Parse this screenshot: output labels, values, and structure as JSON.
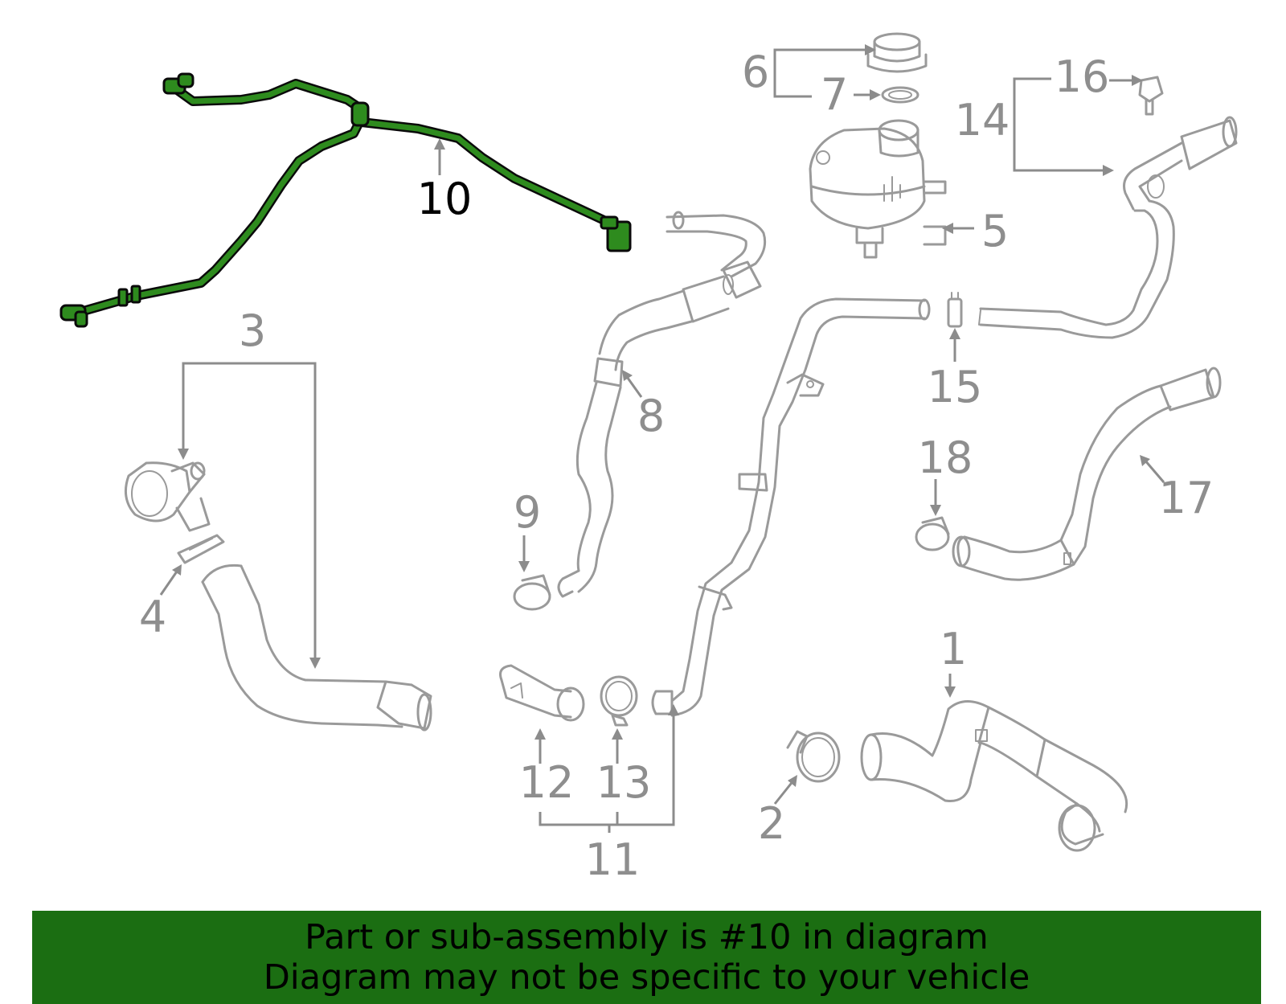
{
  "callouts": {
    "c1": "1",
    "c2": "2",
    "c3": "3",
    "c4": "4",
    "c5": "5",
    "c6": "6",
    "c7": "7",
    "c8": "8",
    "c9": "9",
    "c10": "10",
    "c11": "11",
    "c12": "12",
    "c13": "13",
    "c14": "14",
    "c15": "15",
    "c16": "16",
    "c17": "17",
    "c18": "18"
  },
  "highlight": {
    "part": "10",
    "color": "#2e8b1e"
  },
  "banner": {
    "line1": "Part or sub-assembly is #10 in diagram",
    "line2": "Diagram may not be specific to your vehicle",
    "background": "#1b6e12"
  }
}
